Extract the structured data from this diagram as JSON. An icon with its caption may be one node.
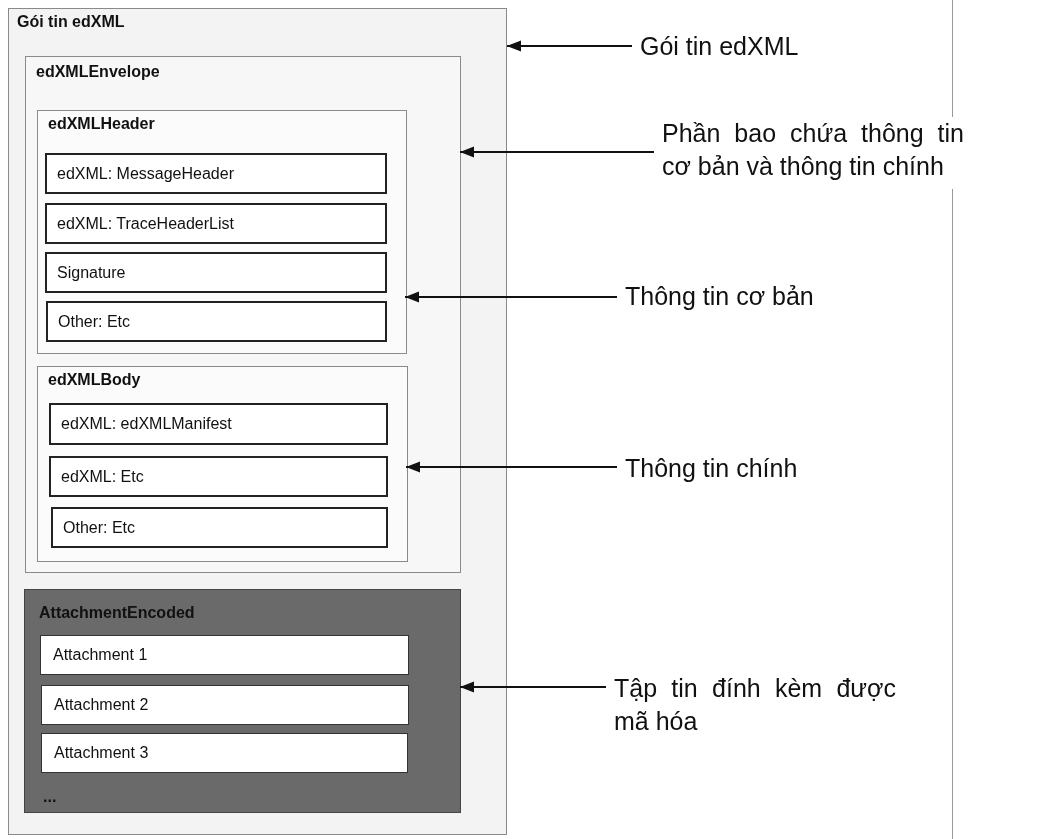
{
  "diagram": {
    "nodes": [
      {
        "text": [
          "Gói tin edXML"
        ]
      },
      {
        "text": [
          "edXMLEnvelope"
        ],
        "in": 0
      },
      {
        "text": [
          "edXMLHeader"
        ],
        "in": 1
      },
      {
        "text": [
          "edXML: MessageHeader"
        ],
        "in": 2
      },
      {
        "text": [
          "edXML: TraceHeaderList"
        ],
        "in": 2
      },
      {
        "text": [
          "Signature"
        ],
        "in": 2
      },
      {
        "text": [
          "Other: Etc"
        ],
        "in": 2
      },
      {
        "text": [
          "edXMLBody"
        ],
        "in": 1
      },
      {
        "text": [
          "edXML: edXMLManifest"
        ],
        "in": 7
      },
      {
        "text": [
          "edXML: Etc"
        ],
        "in": 7
      },
      {
        "text": [
          "Other: Etc"
        ],
        "in": 7
      },
      {
        "text": [
          "AttachmentEncoded",
          "..."
        ],
        "in": 0
      },
      {
        "text": [
          "Attachment 1"
        ],
        "in": 11
      },
      {
        "text": [
          "Attachment 2"
        ],
        "in": 11
      },
      {
        "text": [
          "Attachment 3"
        ],
        "in": 11
      },
      {
        "text": [
          "Gói tin edXML"
        ]
      },
      {
        "text": [
          "Phần bao chứa thông tin cơ bản và thông tin chính"
        ]
      },
      {
        "text": [
          "Thông tin cơ bản"
        ]
      },
      {
        "text": [
          "Thông tin chính"
        ]
      },
      {
        "text": [
          "Tập tin đính kèm được mã hóa"
        ]
      }
    ],
    "edges": [
      {
        "from": 15,
        "to": 0,
        "arrow": "to"
      },
      {
        "from": 16,
        "to": 1,
        "arrow": "to"
      },
      {
        "from": 17,
        "to": 2,
        "arrow": "to"
      },
      {
        "from": 18,
        "to": 7,
        "arrow": "to"
      },
      {
        "from": 19,
        "to": 11,
        "arrow": "to"
      }
    ]
  }
}
